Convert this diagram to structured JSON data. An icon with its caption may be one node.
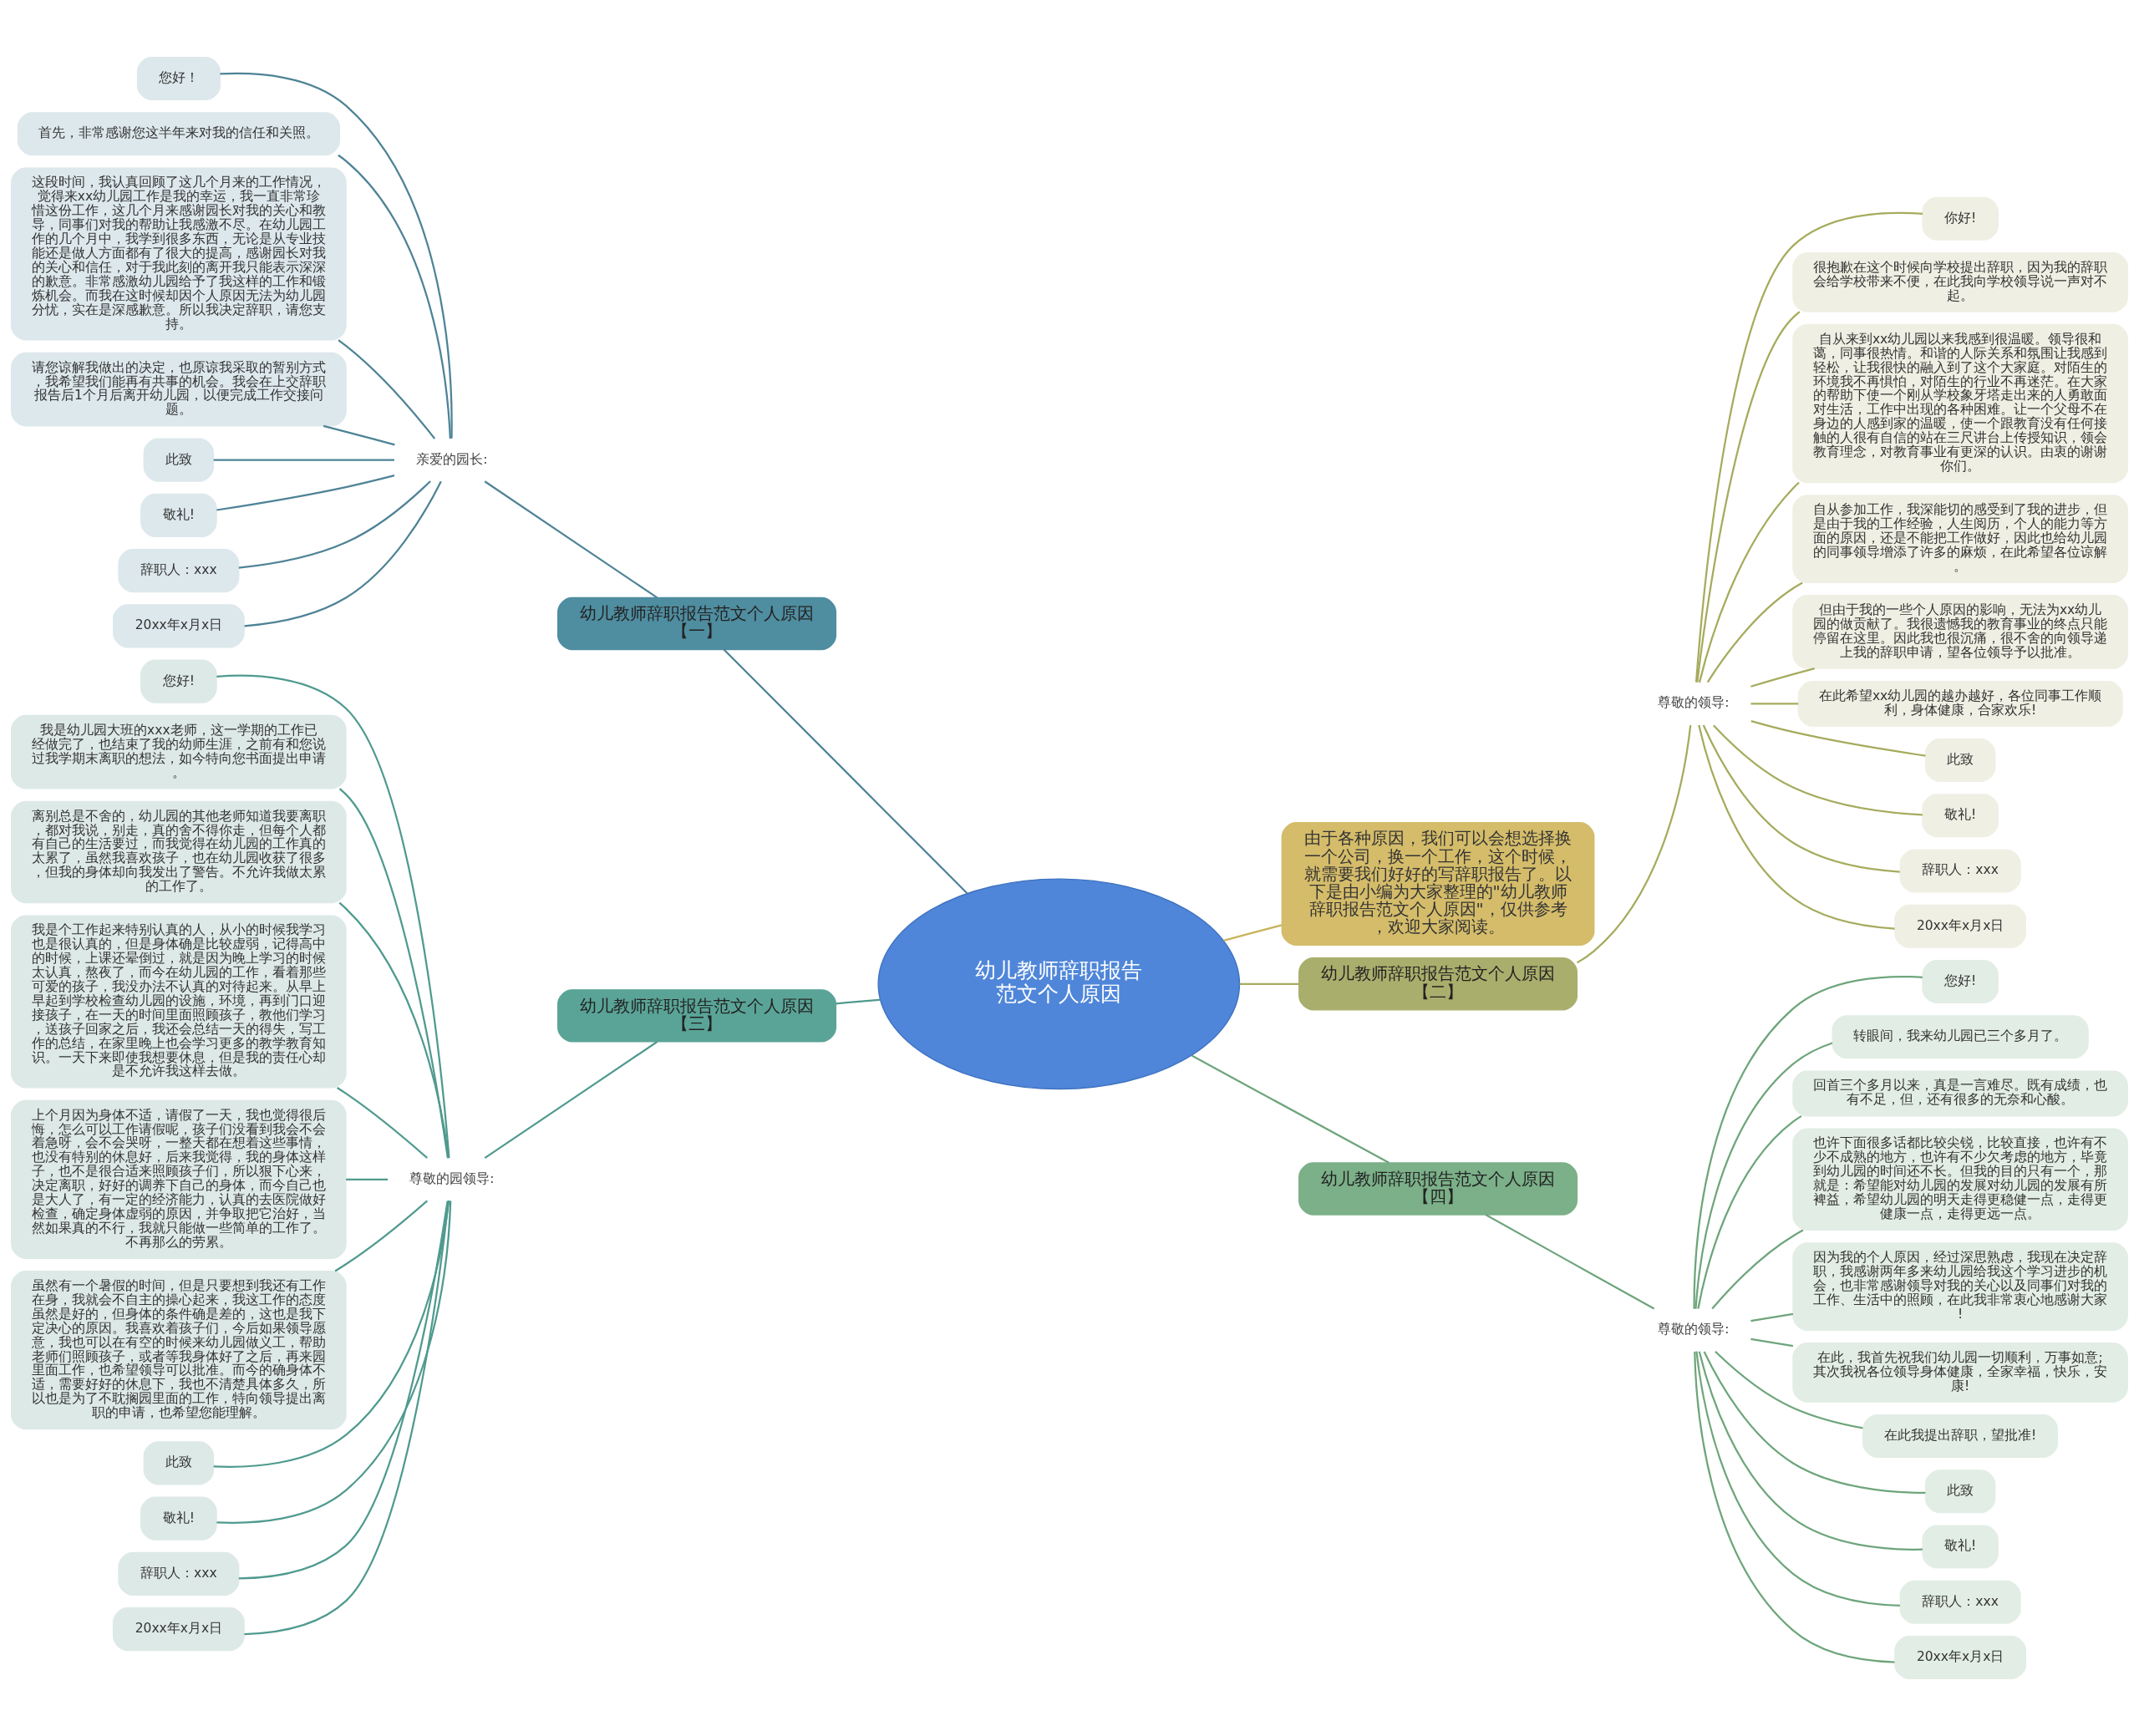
{
  "diagram": {
    "nodes": [
      {
        "text": [
          "幼儿教师辞职报告范文个人原因"
        ]
      },
      {
        "text": [
          "由于各种原因，我们可以会想选择换一个公司，换一个工作，这个时候，就需要我们好好的写辞职报告了。以下是由小编为大家整理的\"幼儿教师辞职报告范文个人原因\"，仅供参考，欢迎大家阅读。"
        ]
      },
      {
        "text": [
          "幼儿教师辞职报告范文个人原因【一】"
        ]
      },
      {
        "text": [
          "亲爱的园长:"
        ]
      },
      {
        "text": [
          "您好！"
        ]
      },
      {
        "text": [
          "首先，非常感谢您这半年来对我的信任和关照。"
        ]
      },
      {
        "text": [
          "这段时间，我认真回顾了这几个月来的工作情况，觉得来xx幼儿园工作是我的幸运，我一直非常珍惜这份工作，这几个月来感谢园长对我的关心和教导，同事们对我的帮助让我感激不尽。在幼儿园工作的几个月中，我学到很多东西，无论是从专业技能还是做人方面都有了很大的提高，感谢园长对我的关心和信任，对于我此刻的离开我只能表示深深的歉意。非常感激幼儿园给予了我这样的工作和锻炼机会。而我在这时候却因个人原因无法为幼儿园分忧，实在是深感歉意。所以我决定辞职，请您支持。"
        ]
      },
      {
        "text": [
          "请您谅解我做出的决定，也原谅我采取的暂别方式，我希望我们能再有共事的机会。我会在上交辞职报告后1个月后离开幼儿园，以便完成工作交接问题。"
        ]
      },
      {
        "text": [
          "此致"
        ]
      },
      {
        "text": [
          "敬礼!"
        ]
      },
      {
        "text": [
          "辞职人：xxx"
        ]
      },
      {
        "text": [
          "20xx年x月x日"
        ]
      },
      {
        "text": [
          "幼儿教师辞职报告范文个人原因【二】"
        ]
      },
      {
        "text": [
          "尊敬的领导:"
        ]
      },
      {
        "text": [
          "你好!"
        ]
      },
      {
        "text": [
          "很抱歉在这个时候向学校提出辞职，因为我的辞职会给学校带来不便，在此我向学校领导说一声对不起。"
        ]
      },
      {
        "text": [
          "自从来到xx幼儿园以来我感到很温暖。领导很和蔼，同事很热情。和谐的人际关系和氛围让我感到轻松，让我很快的融入到了这个大家庭。对陌生的环境我不再惧怕，对陌生的行业不再迷茫。在大家的帮助下使一个刚从学校象牙塔走出来的人勇敢面对生活，工作中出现的各种困难。让一个父母不在身边的人感到家的温暖，使一个跟教育没有任何接触的人很有自信的站在三尺讲台上传授知识，领会教育理念，对教育事业有更深的认识。由衷的谢谢你们。"
        ]
      },
      {
        "text": [
          "自从参加工作，我深能切的感受到了我的进步，但是由于我的工作经验，人生阅历，个人的能力等方面的原因，还是不能把工作做好，因此也给幼儿园的同事领导增添了许多的麻烦，在此希望各位谅解。"
        ]
      },
      {
        "text": [
          "但由于我的一些个人原因的影响，无法为xx幼儿园的做贡献了。我很遗憾我的教育事业的终点只能停留在这里。因此我也很沉痛，很不舍的向领导递上我的辞职申请，望各位领导予以批准。"
        ]
      },
      {
        "text": [
          "在此希望xx幼儿园的越办越好，各位同事工作顺利，身体健康，合家欢乐!"
        ]
      },
      {
        "text": [
          "此致"
        ]
      },
      {
        "text": [
          "敬礼!"
        ]
      },
      {
        "text": [
          "辞职人：xxx"
        ]
      },
      {
        "text": [
          "20xx年x月x日"
        ]
      },
      {
        "text": [
          "幼儿教师辞职报告范文个人原因【三】"
        ]
      },
      {
        "text": [
          "尊敬的园领导:"
        ]
      },
      {
        "text": [
          "您好!"
        ]
      },
      {
        "text": [
          "我是幼儿园大班的xxx老师，这一学期的工作已经做完了，也结束了我的幼师生涯，之前有和您说过我学期末离职的想法，如今特向您书面提出申请。"
        ]
      },
      {
        "text": [
          "离别总是不舍的，幼儿园的其他老师知道我要离职，都对我说，别走，真的舍不得你走，但每个人都有自己的生活要过，而我觉得在幼儿园的工作真的太累了，虽然我喜欢孩子，也在幼儿园收获了很多，但我的身体却向我发出了警告。不允许我做太累的工作了。"
        ]
      },
      {
        "text": [
          "我是个工作起来特别认真的人，从小的时候我学习也是很认真的，但是身体确是比较虚弱，记得高中的时候，上课还晕倒过，就是因为晚上学习的时候太认真，熬夜了，而今在幼儿园的工作，看着那些可爱的孩子，我没办法不认真的对待起来。从早上早起到学校检查幼儿园的设施，环境，再到门口迎接孩子，在一天的时间里面照顾孩子，教他们学习，送孩子回家之后，我还会总结一天的得失，写工作的总结，在家里晚上也会学习更多的教学教育知识。一天下来即使我想要休息，但是我的责任心却是不允许我这样去做。"
        ]
      },
      {
        "text": [
          "上个月因为身体不适，请假了一天，我也觉得很后悔，怎么可以工作请假呢，孩子们没看到我会不会着急呀，会不会哭呀，一整天都在想着这些事情，也没有特别的休息好，后来我觉得，我的身体这样子，也不是很合适来照顾孩子们，所以狠下心来，决定离职，好好的调养下自己的身体，而今自己也是大人了，有一定的经济能力，认真的去医院做好检查，确定身体虚弱的原因，并争取把它治好，当然如果真的不行，我就只能做一些简单的工作了。不再那么的劳累。"
        ]
      },
      {
        "text": [
          "虽然有一个暑假的时间，但是只要想到我还有工作在身，我就会不自主的操心起来，我这工作的态度虽然是好的，但身体的条件确是差的，这也是我下定决心的原因。我喜欢着孩子们，今后如果领导愿意，我也可以在有空的时候来幼儿园做义工，帮助老师们照顾孩子，或者等我身体好了之后，再来园里面工作，也希望领导可以批准。而今的确身体不适，需要好好的休息下，我也不清楚具体多久，所以也是为了不耽搁园里面的工作，特向领导提出离职的申请，也希望您能理解。"
        ]
      },
      {
        "text": [
          "此致"
        ]
      },
      {
        "text": [
          "敬礼!"
        ]
      },
      {
        "text": [
          "辞职人：xxx"
        ]
      },
      {
        "text": [
          "20xx年x月x日"
        ]
      },
      {
        "text": [
          "幼儿教师辞职报告范文个人原因【四】"
        ]
      },
      {
        "text": [
          "尊敬的领导:"
        ]
      },
      {
        "text": [
          "您好!"
        ]
      },
      {
        "text": [
          "转眼间，我来幼儿园已三个多月了。"
        ]
      },
      {
        "text": [
          "回首三个多月以来，真是一言难尽。既有成绩，也有不足，但，还有很多的无奈和心酸。"
        ]
      },
      {
        "text": [
          "也许下面很多话都比较尖锐，比较直接，也许有不少不成熟的地方，也许有不少欠考虑的地方，毕竟到幼儿园的时间还不长。但我的目的只有一个，那就是：希望能对幼儿园的发展对幼儿园的发展有所裨益，希望幼儿园的明天走得更稳健一点，走得更健康一点，走得更远一点。"
        ]
      },
      {
        "text": [
          "因为我的个人原因，经过深思熟虑，我现在决定辞职，我感谢两年多来幼儿园给我这个学习进步的机会，也非常感谢领导对我的关心以及同事们对我的工作、生活中的照顾，在此我非常衷心地感谢大家!"
        ]
      },
      {
        "text": [
          "在此，我首先祝我们幼儿园一切顺利，万事如意;其次我祝各位领导身体健康，全家幸福，快乐，安康!"
        ]
      },
      {
        "text": [
          "在此我提出辞职，望批准!"
        ]
      },
      {
        "text": [
          "此致"
        ]
      },
      {
        "text": [
          "敬礼!"
        ]
      },
      {
        "text": [
          "辞职人：xxx"
        ]
      },
      {
        "text": [
          "20xx年x月x日"
        ]
      }
    ],
    "edges": [
      {
        "from": 0,
        "to": 1,
        "arrow": "none",
        "color": "#c9b35c"
      },
      {
        "from": 0,
        "to": 2,
        "arrow": "none",
        "color": "#4e8396"
      },
      {
        "from": 2,
        "to": 3,
        "arrow": "none",
        "color": "#4e8396"
      },
      {
        "from": 3,
        "to": 4,
        "arrow": "none",
        "color": "#4e8396"
      },
      {
        "from": 3,
        "to": 5,
        "arrow": "none",
        "color": "#4e8396"
      },
      {
        "from": 3,
        "to": 6,
        "arrow": "none",
        "color": "#4e8396"
      },
      {
        "from": 3,
        "to": 7,
        "arrow": "none",
        "color": "#4e8396"
      },
      {
        "from": 3,
        "to": 8,
        "arrow": "none",
        "color": "#4e8396"
      },
      {
        "from": 3,
        "to": 9,
        "arrow": "none",
        "color": "#4e8396"
      },
      {
        "from": 3,
        "to": 10,
        "arrow": "none",
        "color": "#4e8396"
      },
      {
        "from": 3,
        "to": 11,
        "arrow": "none",
        "color": "#4e8396"
      },
      {
        "from": 0,
        "to": 12,
        "arrow": "none",
        "color": "#a6ab5d"
      },
      {
        "from": 12,
        "to": 13,
        "arrow": "none",
        "color": "#a6ab5d"
      },
      {
        "from": 13,
        "to": 14,
        "arrow": "none",
        "color": "#a6ab5d"
      },
      {
        "from": 13,
        "to": 15,
        "arrow": "none",
        "color": "#a6ab5d"
      },
      {
        "from": 13,
        "to": 16,
        "arrow": "none",
        "color": "#a6ab5d"
      },
      {
        "from": 13,
        "to": 17,
        "arrow": "none",
        "color": "#a6ab5d"
      },
      {
        "from": 13,
        "to": 18,
        "arrow": "none",
        "color": "#a6ab5d"
      },
      {
        "from": 13,
        "to": 19,
        "arrow": "none",
        "color": "#a6ab5d"
      },
      {
        "from": 13,
        "to": 20,
        "arrow": "none",
        "color": "#a6ab5d"
      },
      {
        "from": 13,
        "to": 21,
        "arrow": "none",
        "color": "#a6ab5d"
      },
      {
        "from": 13,
        "to": 22,
        "arrow": "none",
        "color": "#a6ab5d"
      },
      {
        "from": 13,
        "to": 23,
        "arrow": "none",
        "color": "#a6ab5d"
      },
      {
        "from": 0,
        "to": 24,
        "arrow": "none",
        "color": "#4f9a8e"
      },
      {
        "from": 24,
        "to": 25,
        "arrow": "none",
        "color": "#4f9a8e"
      },
      {
        "from": 25,
        "to": 26,
        "arrow": "none",
        "color": "#4f9a8e"
      },
      {
        "from": 25,
        "to": 27,
        "arrow": "none",
        "color": "#4f9a8e"
      },
      {
        "from": 25,
        "to": 28,
        "arrow": "none",
        "color": "#4f9a8e"
      },
      {
        "from": 25,
        "to": 29,
        "arrow": "none",
        "color": "#4f9a8e"
      },
      {
        "from": 25,
        "to": 30,
        "arrow": "none",
        "color": "#4f9a8e"
      },
      {
        "from": 25,
        "to": 31,
        "arrow": "none",
        "color": "#4f9a8e"
      },
      {
        "from": 25,
        "to": 32,
        "arrow": "none",
        "color": "#4f9a8e"
      },
      {
        "from": 25,
        "to": 33,
        "arrow": "none",
        "color": "#4f9a8e"
      },
      {
        "from": 25,
        "to": 34,
        "arrow": "none",
        "color": "#4f9a8e"
      },
      {
        "from": 25,
        "to": 35,
        "arrow": "none",
        "color": "#4f9a8e"
      },
      {
        "from": 0,
        "to": 36,
        "arrow": "none",
        "color": "#6ea57b"
      },
      {
        "from": 36,
        "to": 37,
        "arrow": "none",
        "color": "#6ea57b"
      },
      {
        "from": 37,
        "to": 38,
        "arrow": "none",
        "color": "#6ea57b"
      },
      {
        "from": 37,
        "to": 39,
        "arrow": "none",
        "color": "#6ea57b"
      },
      {
        "from": 37,
        "to": 40,
        "arrow": "none",
        "color": "#6ea57b"
      },
      {
        "from": 37,
        "to": 41,
        "arrow": "none",
        "color": "#6ea57b"
      },
      {
        "from": 37,
        "to": 42,
        "arrow": "none",
        "color": "#6ea57b"
      },
      {
        "from": 37,
        "to": 43,
        "arrow": "none",
        "color": "#6ea57b"
      },
      {
        "from": 37,
        "to": 44,
        "arrow": "none",
        "color": "#6ea57b"
      },
      {
        "from": 37,
        "to": 45,
        "arrow": "none",
        "color": "#6ea57b"
      },
      {
        "from": 37,
        "to": 46,
        "arrow": "none",
        "color": "#6ea57b"
      },
      {
        "from": 37,
        "to": 47,
        "arrow": "none",
        "color": "#6ea57b"
      },
      {
        "from": 37,
        "to": 48,
        "arrow": "none",
        "color": "#6ea57b"
      }
    ]
  }
}
